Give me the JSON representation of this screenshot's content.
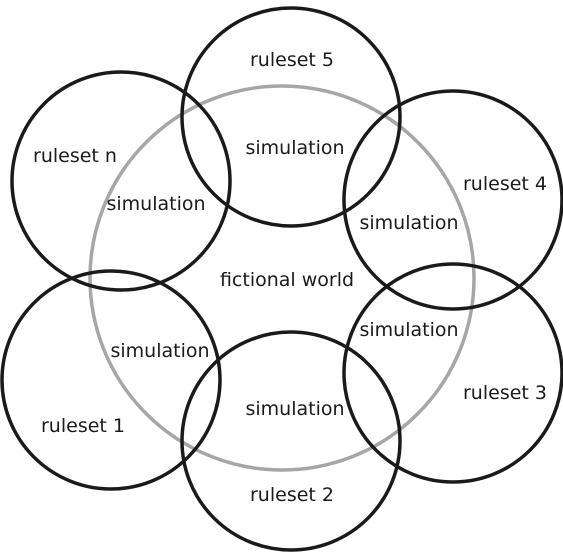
{
  "world": {
    "label": "fictional world"
  },
  "rulesets": [
    {
      "label": "ruleset 5"
    },
    {
      "label": "ruleset 4"
    },
    {
      "label": "ruleset 3"
    },
    {
      "label": "ruleset 2"
    },
    {
      "label": "ruleset 1"
    },
    {
      "label": "ruleset n"
    }
  ],
  "simulations": [
    {
      "label": "simulation"
    },
    {
      "label": "simulation"
    },
    {
      "label": "simulation"
    },
    {
      "label": "simulation"
    },
    {
      "label": "simulation"
    },
    {
      "label": "simulation"
    }
  ],
  "colors": {
    "ruleset_stroke": "#1a1a1a",
    "world_stroke": "#a6a6a6",
    "text": "#1a1a1a",
    "background": "#ffffff"
  }
}
